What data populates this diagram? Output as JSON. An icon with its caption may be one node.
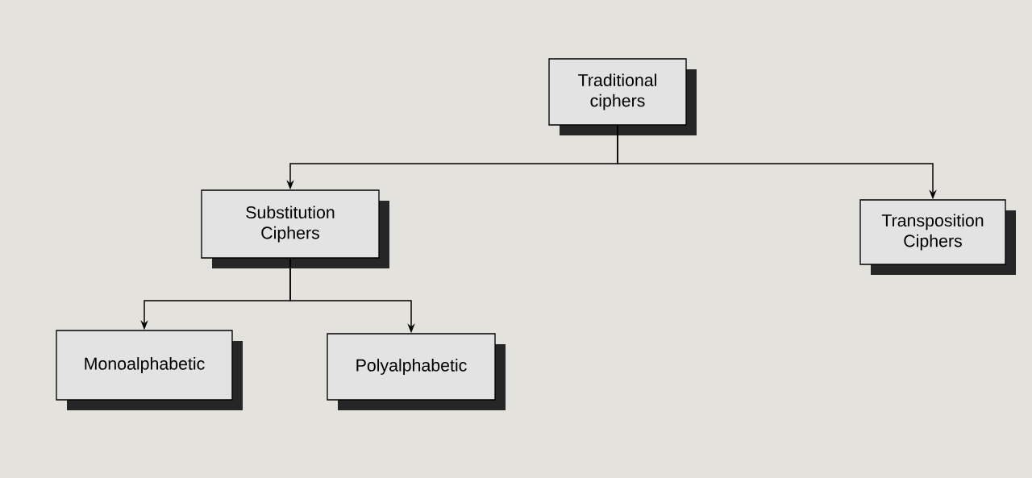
{
  "diagram": {
    "nodes": [
      {
        "text": [
          "Traditional ciphers"
        ]
      },
      {
        "text": [
          "Substitution Ciphers"
        ]
      },
      {
        "text": [
          "Transposition Ciphers"
        ]
      },
      {
        "text": [
          "Monoalphabetic"
        ]
      },
      {
        "text": [
          "Polyalphabetic"
        ]
      }
    ],
    "edges": [
      {
        "from": 0,
        "to": 1,
        "arrow": "to"
      },
      {
        "from": 0,
        "to": 2,
        "arrow": "to"
      },
      {
        "from": 1,
        "to": 3,
        "arrow": "to"
      },
      {
        "from": 1,
        "to": 4,
        "arrow": "to"
      }
    ]
  }
}
